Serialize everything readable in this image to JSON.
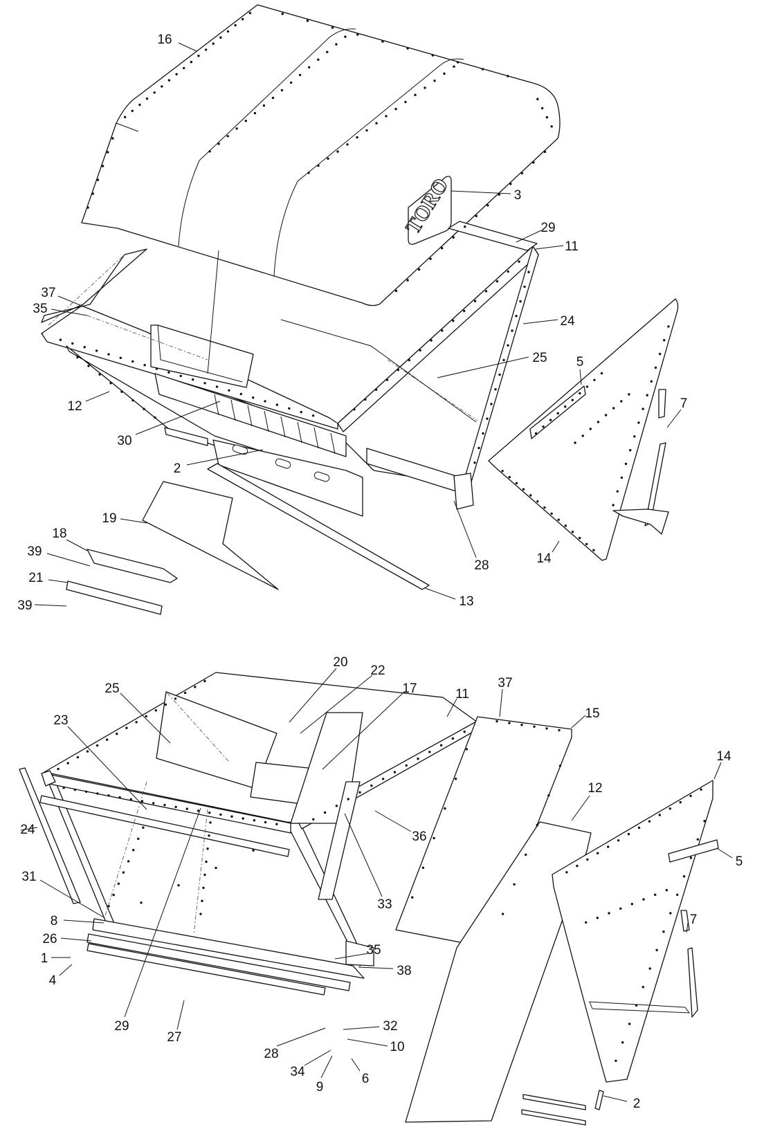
{
  "logo_text": "TORO",
  "upper_view": {
    "callouts": [
      "16",
      "3",
      "29",
      "11",
      "24",
      "25",
      "5",
      "7",
      "37",
      "35",
      "12",
      "30",
      "2",
      "28",
      "14",
      "19",
      "18",
      "39",
      "21",
      "39",
      "13"
    ]
  },
  "lower_view": {
    "callouts": [
      "20",
      "22",
      "25",
      "17",
      "11",
      "37",
      "15",
      "23",
      "14",
      "12",
      "24",
      "36",
      "5",
      "31",
      "33",
      "8",
      "26",
      "35",
      "7",
      "1",
      "4",
      "38",
      "29",
      "27",
      "32",
      "28",
      "10",
      "34",
      "9",
      "6",
      "2"
    ]
  }
}
